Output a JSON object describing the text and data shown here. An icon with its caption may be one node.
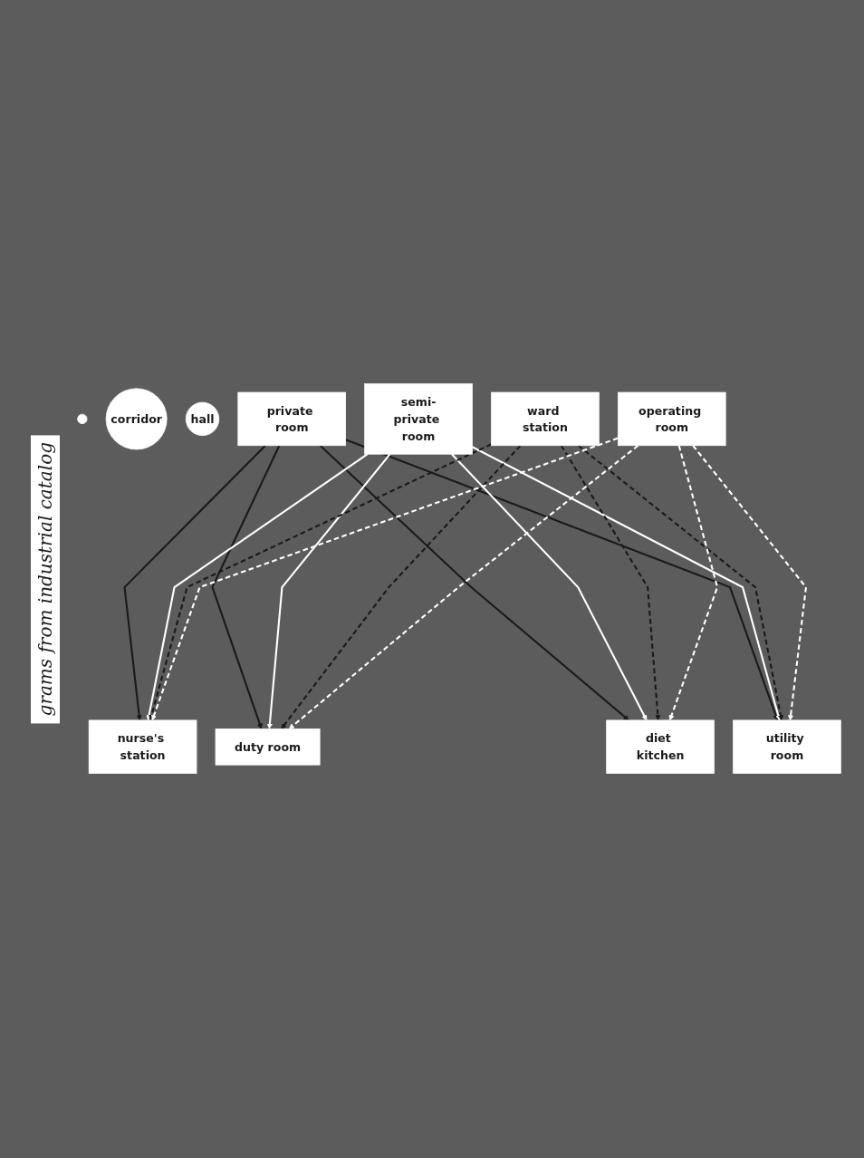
{
  "diagram": {
    "nodes": [
      {
        "text": [],
        "shape": "circle"
      },
      {
        "text": [
          "corridor"
        ]
      },
      {
        "text": [
          "hall"
        ]
      },
      {
        "text": [
          "nurse's station"
        ]
      },
      {
        "text": [
          "private room"
        ]
      },
      {
        "text": [
          "duty room"
        ]
      },
      {
        "text": [
          "semi-private room"
        ]
      },
      {
        "text": [
          "diet kitchen"
        ]
      },
      {
        "text": [
          "ward station"
        ]
      },
      {
        "text": [
          "utility room"
        ]
      },
      {
        "text": [
          "operating room"
        ]
      }
    ],
    "edges": [
      {
        "from": 4,
        "to": 3,
        "arrow": "to",
        "color": "#1a1a1a"
      },
      {
        "from": 4,
        "to": 5,
        "arrow": "to",
        "color": "#1a1a1a"
      },
      {
        "from": 4,
        "to": 7,
        "arrow": "to",
        "color": "#1a1a1a"
      },
      {
        "from": 4,
        "to": 9,
        "arrow": "to",
        "color": "#1a1a1a"
      },
      {
        "from": 6,
        "to": 3,
        "arrow": "to",
        "color": "#ffffff"
      },
      {
        "from": 6,
        "to": 5,
        "arrow": "to",
        "color": "#ffffff"
      },
      {
        "from": 6,
        "to": 7,
        "arrow": "to",
        "color": "#ffffff"
      },
      {
        "from": 6,
        "to": 9,
        "arrow": "to",
        "color": "#ffffff"
      },
      {
        "from": 8,
        "to": 3,
        "arrow": "to",
        "style": "dashed",
        "color": "#1a1a1a"
      },
      {
        "from": 8,
        "to": 5,
        "arrow": "to",
        "style": "dashed",
        "color": "#1a1a1a"
      },
      {
        "from": 8,
        "to": 7,
        "arrow": "to",
        "style": "dashed",
        "color": "#1a1a1a"
      },
      {
        "from": 8,
        "to": 9,
        "arrow": "to",
        "style": "dashed",
        "color": "#1a1a1a"
      },
      {
        "from": 10,
        "to": 3,
        "arrow": "to",
        "style": "dashed",
        "color": "#ffffff"
      },
      {
        "from": 10,
        "to": 5,
        "arrow": "to",
        "style": "dashed",
        "color": "#ffffff"
      },
      {
        "from": 10,
        "to": 7,
        "arrow": "to",
        "style": "dashed",
        "color": "#ffffff"
      },
      {
        "from": 10,
        "to": 9,
        "arrow": "to",
        "style": "dashed",
        "color": "#ffffff"
      }
    ],
    "labels": [
      "grams from industrial catalog"
    ]
  }
}
